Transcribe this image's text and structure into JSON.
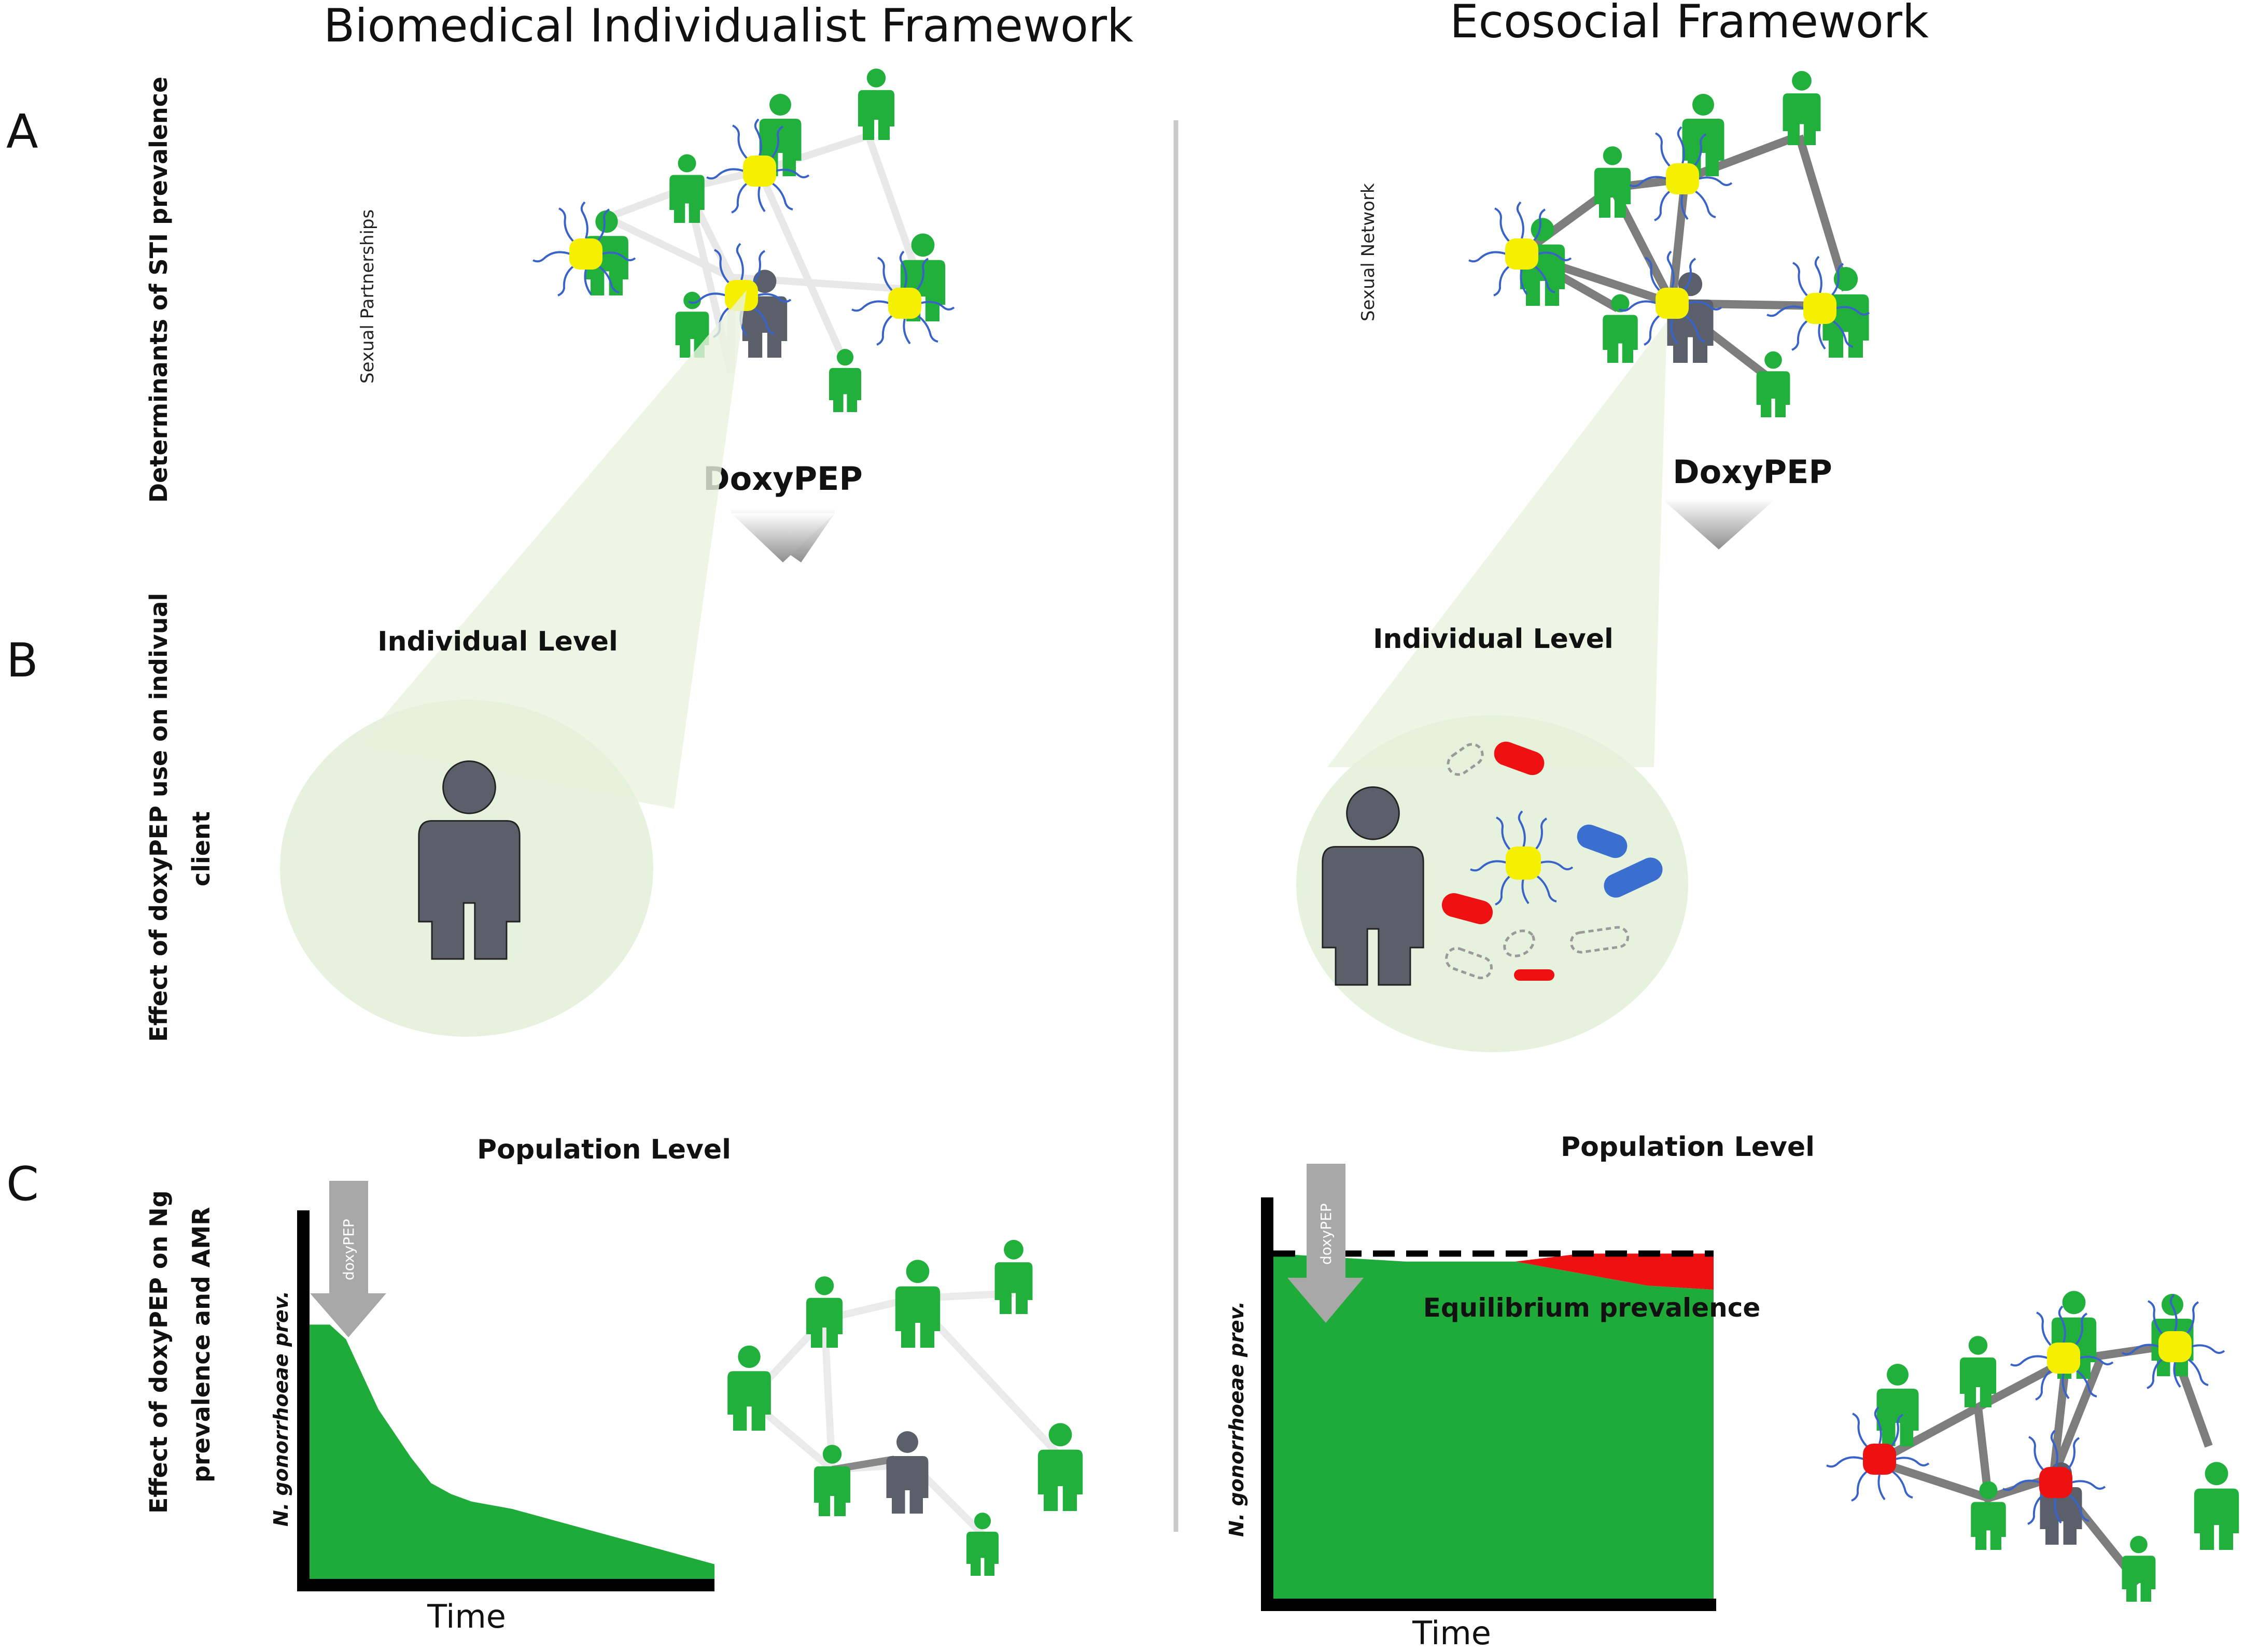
{
  "headers": {
    "left": "Biomedical Individualist Framework",
    "right": "Ecosocial Framework"
  },
  "rows": {
    "a": {
      "letter": "A",
      "label": "Determinants of STI prevalence"
    },
    "b": {
      "letter": "B",
      "label_line1": "Effect of doxyPEP use on indivual",
      "label_line2": "client"
    },
    "c": {
      "letter": "C",
      "label_line1": "Effect of doxyPEP on Ng",
      "label_line2": "prevalence and AMR"
    }
  },
  "left": {
    "network_label": "Sexual Partnerships",
    "doxypep": "DoxyPEP",
    "individual_level": "Individual Level",
    "population_level": "Population Level"
  },
  "right": {
    "network_label": "Sexual Network",
    "doxypep": "DoxyPEP",
    "individual_level": "Individual Level",
    "population_level": "Population Level",
    "equilibrium": "Equilibrium prevalence"
  },
  "plots": {
    "xlabel": "Time",
    "ylabel": "N. gonorrhoeae prev.",
    "arrow_label": "doxyPEP"
  },
  "colors": {
    "person_green": "#22b03c",
    "person_gray": "#5a5f6a",
    "pathogen_yellow": "#f5f000",
    "resistant_red": "#ee1111",
    "bacteria_blue": "#3a6fd0",
    "flagella_blue": "#3a63c8",
    "prevalence_green": "#1fab3a"
  },
  "chart_data": [
    {
      "type": "area",
      "title": "",
      "xlabel": "Time",
      "ylabel": "N. gonorrhoeae prev.",
      "note": "doxyPEP introduced at start",
      "series": [
        {
          "values": [
            0.69,
            0.69,
            0.65,
            0.46,
            0.33,
            0.26,
            0.23,
            0.21,
            0.19,
            0.16,
            0.13,
            0.1,
            0.07,
            0.04
          ]
        }
      ],
      "x": [
        0,
        0.05,
        0.09,
        0.17,
        0.25,
        0.3,
        0.35,
        0.4,
        0.5,
        0.6,
        0.7,
        0.8,
        0.9,
        1.0
      ]
    },
    {
      "type": "area",
      "title": "",
      "xlabel": "Time",
      "ylabel": "N. gonorrhoeae prev.",
      "note": "doxyPEP introduced at start; total prevalence stays near equilibrium while resistant share grows",
      "series": [
        {
          "values": [
            0.86,
            0.85,
            0.84,
            0.84,
            0.84,
            0.86,
            0.86,
            0.86
          ]
        },
        {
          "values": [
            0.86,
            0.85,
            0.84,
            0.84,
            0.84,
            0.81,
            0.78,
            0.77
          ]
        }
      ],
      "x": [
        0,
        0.15,
        0.3,
        0.45,
        0.55,
        0.7,
        0.85,
        1.0
      ],
      "reference_line": {
        "value": 0.86
      }
    }
  ]
}
